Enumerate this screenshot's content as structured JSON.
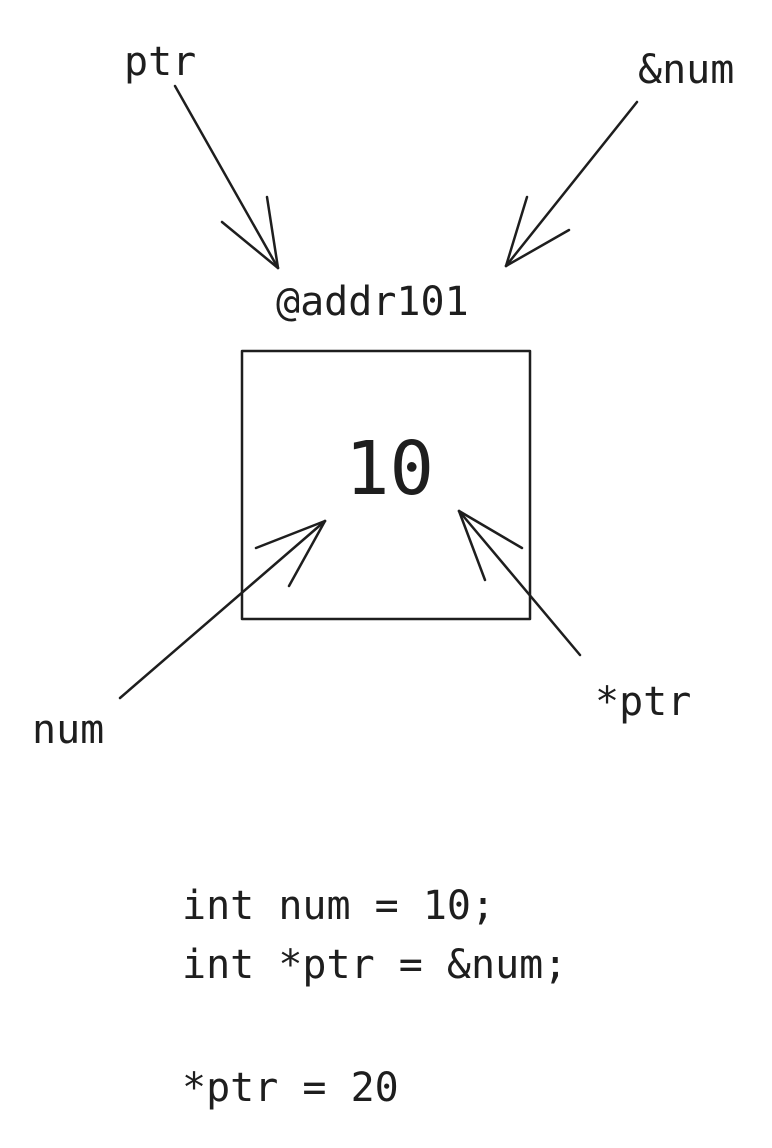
{
  "diagram": {
    "labels": {
      "ptr": "ptr",
      "ref_num": "&num",
      "address": "@addr101",
      "num": "num",
      "deref_ptr": "*ptr"
    },
    "memory_cell": {
      "value": "10"
    }
  },
  "code": {
    "line1": "int num = 10;",
    "line2": "int *ptr = &num;",
    "line3": "*ptr = 20"
  }
}
